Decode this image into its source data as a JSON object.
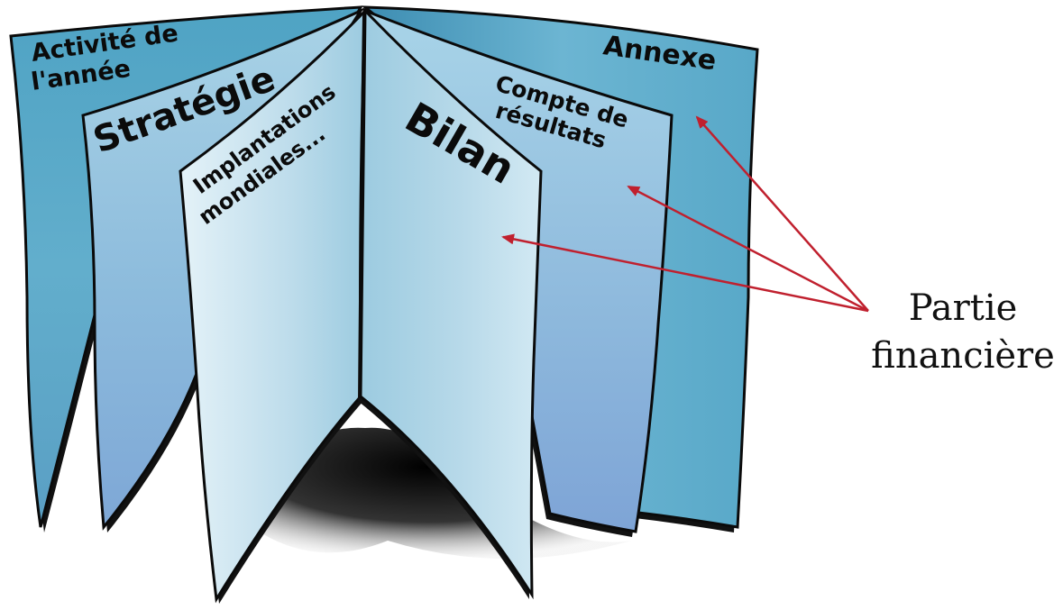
{
  "pages": {
    "activite_line1": "Activité de",
    "activite_line2": "l'année",
    "strategie": "Stratégie",
    "implantations_line1": "Implantations",
    "implantations_line2": "mondiales...",
    "bilan": "Bilan",
    "compte_line1": "Compte de",
    "compte_line2": "résultats",
    "annexe": "Annexe"
  },
  "callout": {
    "line1": "Partie",
    "line2": "financière"
  },
  "colors": {
    "arrow": "#c0202e",
    "page_dark": "#4d9ec0",
    "page_mid": "#8fc4dc",
    "page_light": "#cfe7f1",
    "outline": "#0a0a0a"
  }
}
